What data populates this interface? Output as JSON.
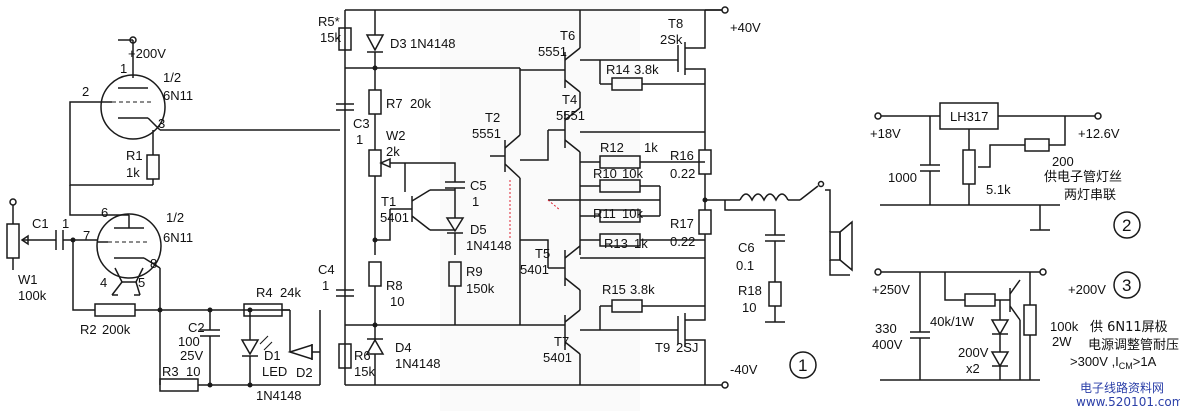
{
  "supply": {
    "p200": "+200V",
    "p40": "+40V",
    "m40": "-40V",
    "p18": "+18V",
    "p12_6": "+12.6V",
    "p250": "+250V",
    "p200b": "+200V"
  },
  "tube1": {
    "pin1": "1",
    "pin2": "2",
    "pin3": "3",
    "half": "1/2",
    "type": "6N11"
  },
  "tube2": {
    "pin6": "6",
    "pin7": "7",
    "pin8": "8",
    "pin4": "4",
    "pin5": "5",
    "half": "1/2",
    "type": "6N11"
  },
  "components": {
    "R1": "R1",
    "R1v": "1k",
    "C1": "C1",
    "C1v": "1",
    "W1": "W1",
    "W1v": "100k",
    "R2": "R2",
    "R2v": "200k",
    "R3": "R3",
    "R3v": "10",
    "C2": "C2",
    "C2v1": "100",
    "C2v2": "25V",
    "R4": "R4",
    "R4v": "24k",
    "D1": "D1",
    "D1v": "LED",
    "D2": "D2",
    "D2v": "1N4148",
    "R5": "R5*",
    "R5v": "15k",
    "D3": "D3",
    "D3v": "1N4148",
    "R7": "R7",
    "R7v": "20k",
    "C3": "C3",
    "C3v": "1",
    "W2": "W2",
    "W2v": "2k",
    "T1": "T1",
    "T1v": "5401",
    "C5": "C5",
    "C5v": "1",
    "D5": "D5",
    "D5v": "1N4148",
    "C4": "C4",
    "C4v": "1",
    "R8": "R8",
    "R8v": "10",
    "R9": "R9",
    "R9v": "150k",
    "R6": "R6",
    "R6v": "15k",
    "D4": "D4",
    "D4v": "1N4148",
    "T2": "T2",
    "T2v": "5551",
    "T6": "T6",
    "T6v": "5551",
    "T4": "T4",
    "T4v": "5551",
    "T5": "T5",
    "T5v": "5401",
    "T7": "T7",
    "T7v": "5401",
    "T8": "T8",
    "T8v": "2Sk",
    "T9": "T9",
    "T9v": "2SJ",
    "R14": "R14",
    "R14v": "3.8k",
    "R12": "R12",
    "R12v": "1k",
    "R10": "R10",
    "R10v": "10k",
    "R11": "R11",
    "R11v": "10k",
    "R13": "R13",
    "R13v": "1k",
    "R15": "R15",
    "R15v": "3.8k",
    "R16": "R16",
    "R16v": "0.22",
    "R17": "R17",
    "R17v": "0.22",
    "C6": "C6",
    "C6v": "0.1",
    "R18": "R18",
    "R18v": "10"
  },
  "supply2": {
    "reg": "LH317",
    "cap": "1000",
    "pot": "5.1k",
    "res": "200",
    "note1": "供电子管灯丝",
    "note2": "两灯串联"
  },
  "supply3": {
    "cap1": "330",
    "cap2": "400V",
    "res1": "40k/1W",
    "res2a": "100k",
    "res2b": "2W",
    "zen1": "200V",
    "zen2": "x2",
    "note1": "供 6N11屏极",
    "note2": "电源调整管耐压",
    "note3": ">300V ,I",
    "note3sub": "CM",
    "note3end": ">1A"
  },
  "markers": {
    "m1": "1",
    "m2": "2",
    "m3": "3"
  },
  "watermark": "电子线路资料网",
  "watermark_url": "www.520101.com"
}
